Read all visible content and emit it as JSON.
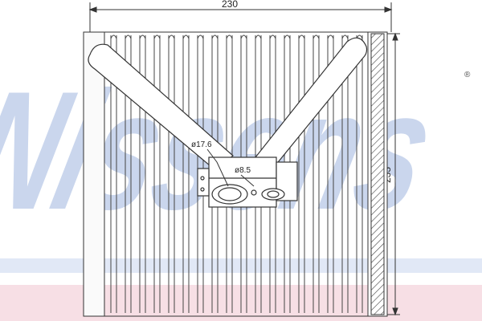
{
  "watermark": {
    "brand": "Nissens",
    "mark": "®",
    "color": "#9fb6df",
    "stripe_color": "#f2c9d3",
    "band_color": "#c9d6ee"
  },
  "dimensions": {
    "width_label": "230",
    "height_label": "233"
  },
  "fittings": {
    "large_port_label": "ø17.6",
    "small_port_label": "ø8.5"
  },
  "colors": {
    "line": "#333333"
  }
}
